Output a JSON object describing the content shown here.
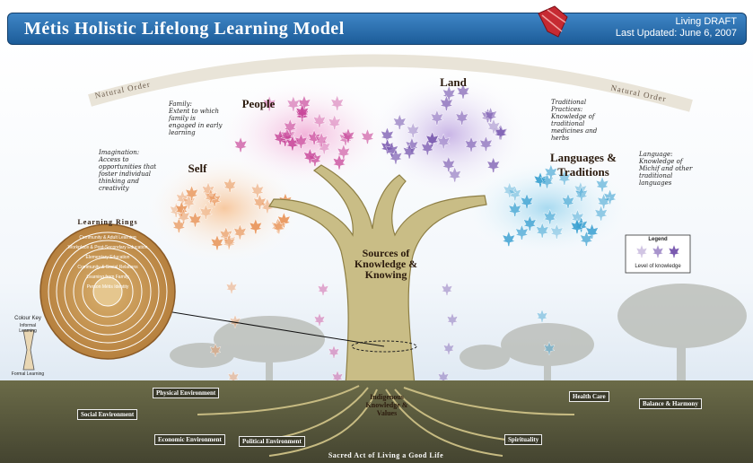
{
  "header": {
    "title": "Métis Holistic Lifelong Learning Model",
    "status": "Living DRAFT",
    "updated": "Last Updated: June 6, 2007"
  },
  "arc": {
    "left": "Natural Order",
    "right": "Natural Order"
  },
  "clusters": {
    "self": "Self",
    "people": "People",
    "land": "Land",
    "languages": "Languages & Traditions"
  },
  "trunk": {
    "label": "Sources of Knowledge & Knowing"
  },
  "roots": {
    "label": "Indigenous Knowledge & Values"
  },
  "notes": {
    "family": {
      "title": "Family:",
      "text": "Extent to which family is engaged in early learning"
    },
    "imagination": {
      "title": "Imagination:",
      "text": "Access to opportunities that foster individual thinking and creativity"
    },
    "traditional": {
      "title": "Traditional Practices:",
      "text": "Knowledge of traditional medicines and herbs"
    },
    "language": {
      "title": "Language:",
      "text": "Knowledge of Michif and other traditional languages"
    }
  },
  "learning_rings": {
    "title": "Learning Rings",
    "rings": [
      "Community & Adult Learning",
      "Workplace & Post-Secondary Education",
      "Elementary Education",
      "Community & Social Relations",
      "Learning from Family",
      "Person Métis Identity"
    ]
  },
  "colour_key": {
    "title": "Colour Key",
    "top": "Informal Learning",
    "bottom": "Formal Learning"
  },
  "legend": {
    "title": "Legend",
    "caption": "Level of knowledge"
  },
  "environments": {
    "social": "Social Environment",
    "physical": "Physical Environment",
    "economic": "Economic Environment",
    "political": "Political Environment",
    "spirituality": "Spirituality",
    "health": "Health Care",
    "balance": "Balance & Harmony"
  },
  "footer": "Sacred Act of Living a Good Life",
  "colors": {
    "self": "#e8955a",
    "people": "#c8489a",
    "land": "#7a5ab0",
    "languages": "#3aa0d0",
    "trunk": "#d8cc9a",
    "ground": "#5a5a3a",
    "banner": "#2a6aaa"
  }
}
